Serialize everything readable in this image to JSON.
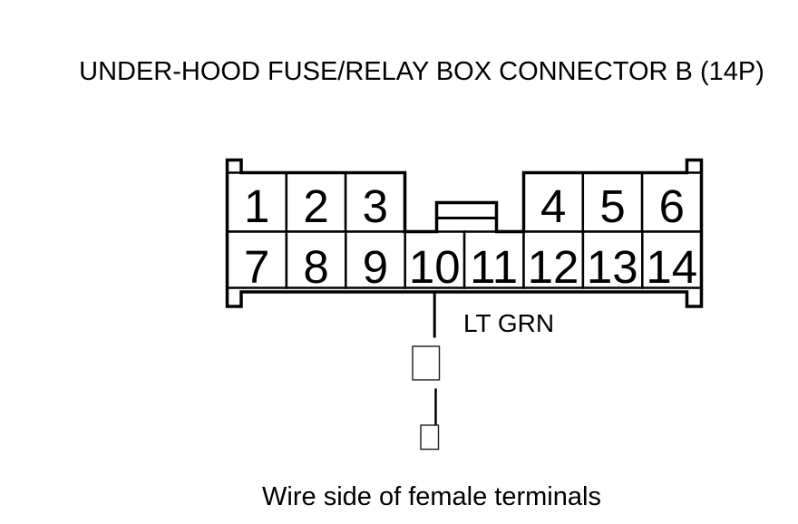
{
  "title": "UNDER-HOOD FUSE/RELAY BOX CONNECTOR B (14P)",
  "caption": "Wire side of female terminals",
  "connector": {
    "pins": [
      "1",
      "2",
      "3",
      "4",
      "5",
      "6",
      "7",
      "8",
      "9",
      "10",
      "11",
      "12",
      "13",
      "14"
    ],
    "wire": {
      "pin": "10",
      "color_label": "LT GRN"
    }
  },
  "colors": {
    "line": "#000000",
    "background": "#ffffff"
  }
}
